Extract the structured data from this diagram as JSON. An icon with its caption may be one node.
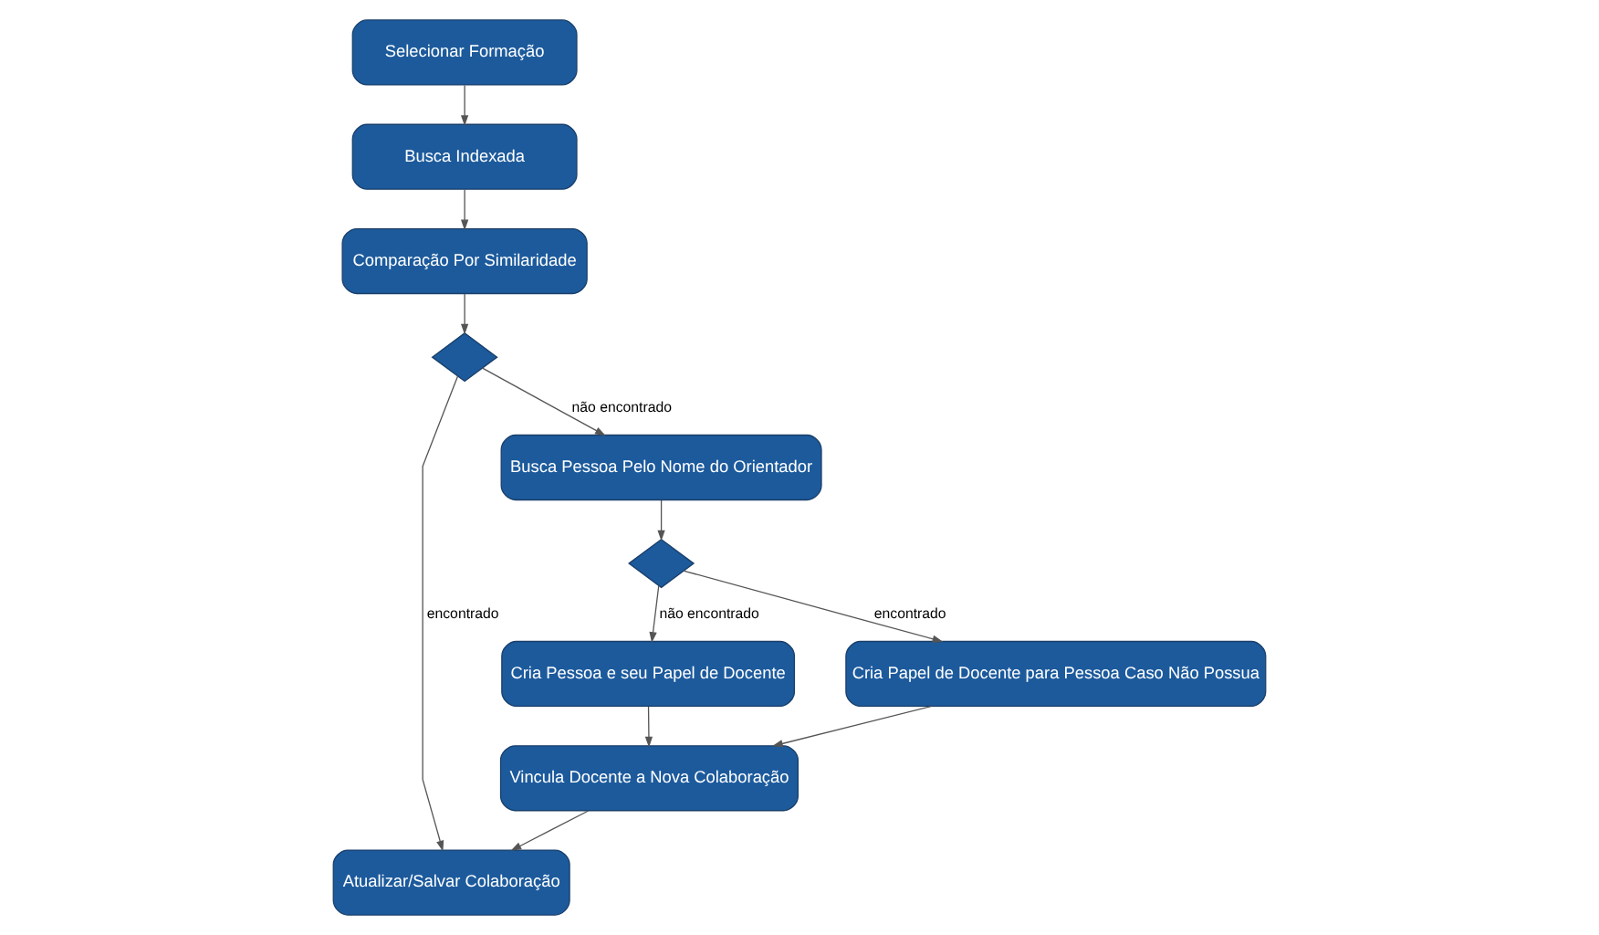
{
  "diagram": {
    "nodes": [
      {
        "text": [
          "Selecionar Formação"
        ]
      },
      {
        "text": [
          "Busca Indexada"
        ]
      },
      {
        "text": [
          "Comparação Por Similaridade"
        ]
      },
      {
        "text": [],
        "shape": "diamond"
      },
      {
        "text": [
          "Atualizar/Salvar Colaboração"
        ]
      },
      {
        "text": [
          "Busca Pessoa Pelo Nome do Orientador"
        ]
      },
      {
        "text": [],
        "shape": "diamond"
      },
      {
        "text": [
          "Cria Pessoa e seu Papel de Docente"
        ]
      },
      {
        "text": [
          "Cria Papel de Docente para Pessoa Caso Não Possua"
        ]
      },
      {
        "text": [
          "Vincula Docente a Nova Colaboração"
        ]
      }
    ],
    "edges": [
      {
        "from": 0,
        "to": 1,
        "arrow": "to"
      },
      {
        "from": 1,
        "to": 2,
        "arrow": "to"
      },
      {
        "from": 2,
        "to": 3,
        "arrow": "to"
      },
      {
        "from": 3,
        "to": 4,
        "arrow": "to",
        "label": "encontrado"
      },
      {
        "from": 3,
        "to": 5,
        "arrow": "to",
        "label": "não encontrado"
      },
      {
        "from": 5,
        "to": 6,
        "arrow": "to"
      },
      {
        "from": 6,
        "to": 7,
        "arrow": "to",
        "label": "não encontrado"
      },
      {
        "from": 6,
        "to": 8,
        "arrow": "to",
        "label": "encontrado"
      },
      {
        "from": 8,
        "to": 9,
        "arrow": "to"
      },
      {
        "from": 7,
        "to": 9,
        "arrow": "to"
      },
      {
        "from": 9,
        "to": 4,
        "arrow": "to"
      }
    ]
  }
}
